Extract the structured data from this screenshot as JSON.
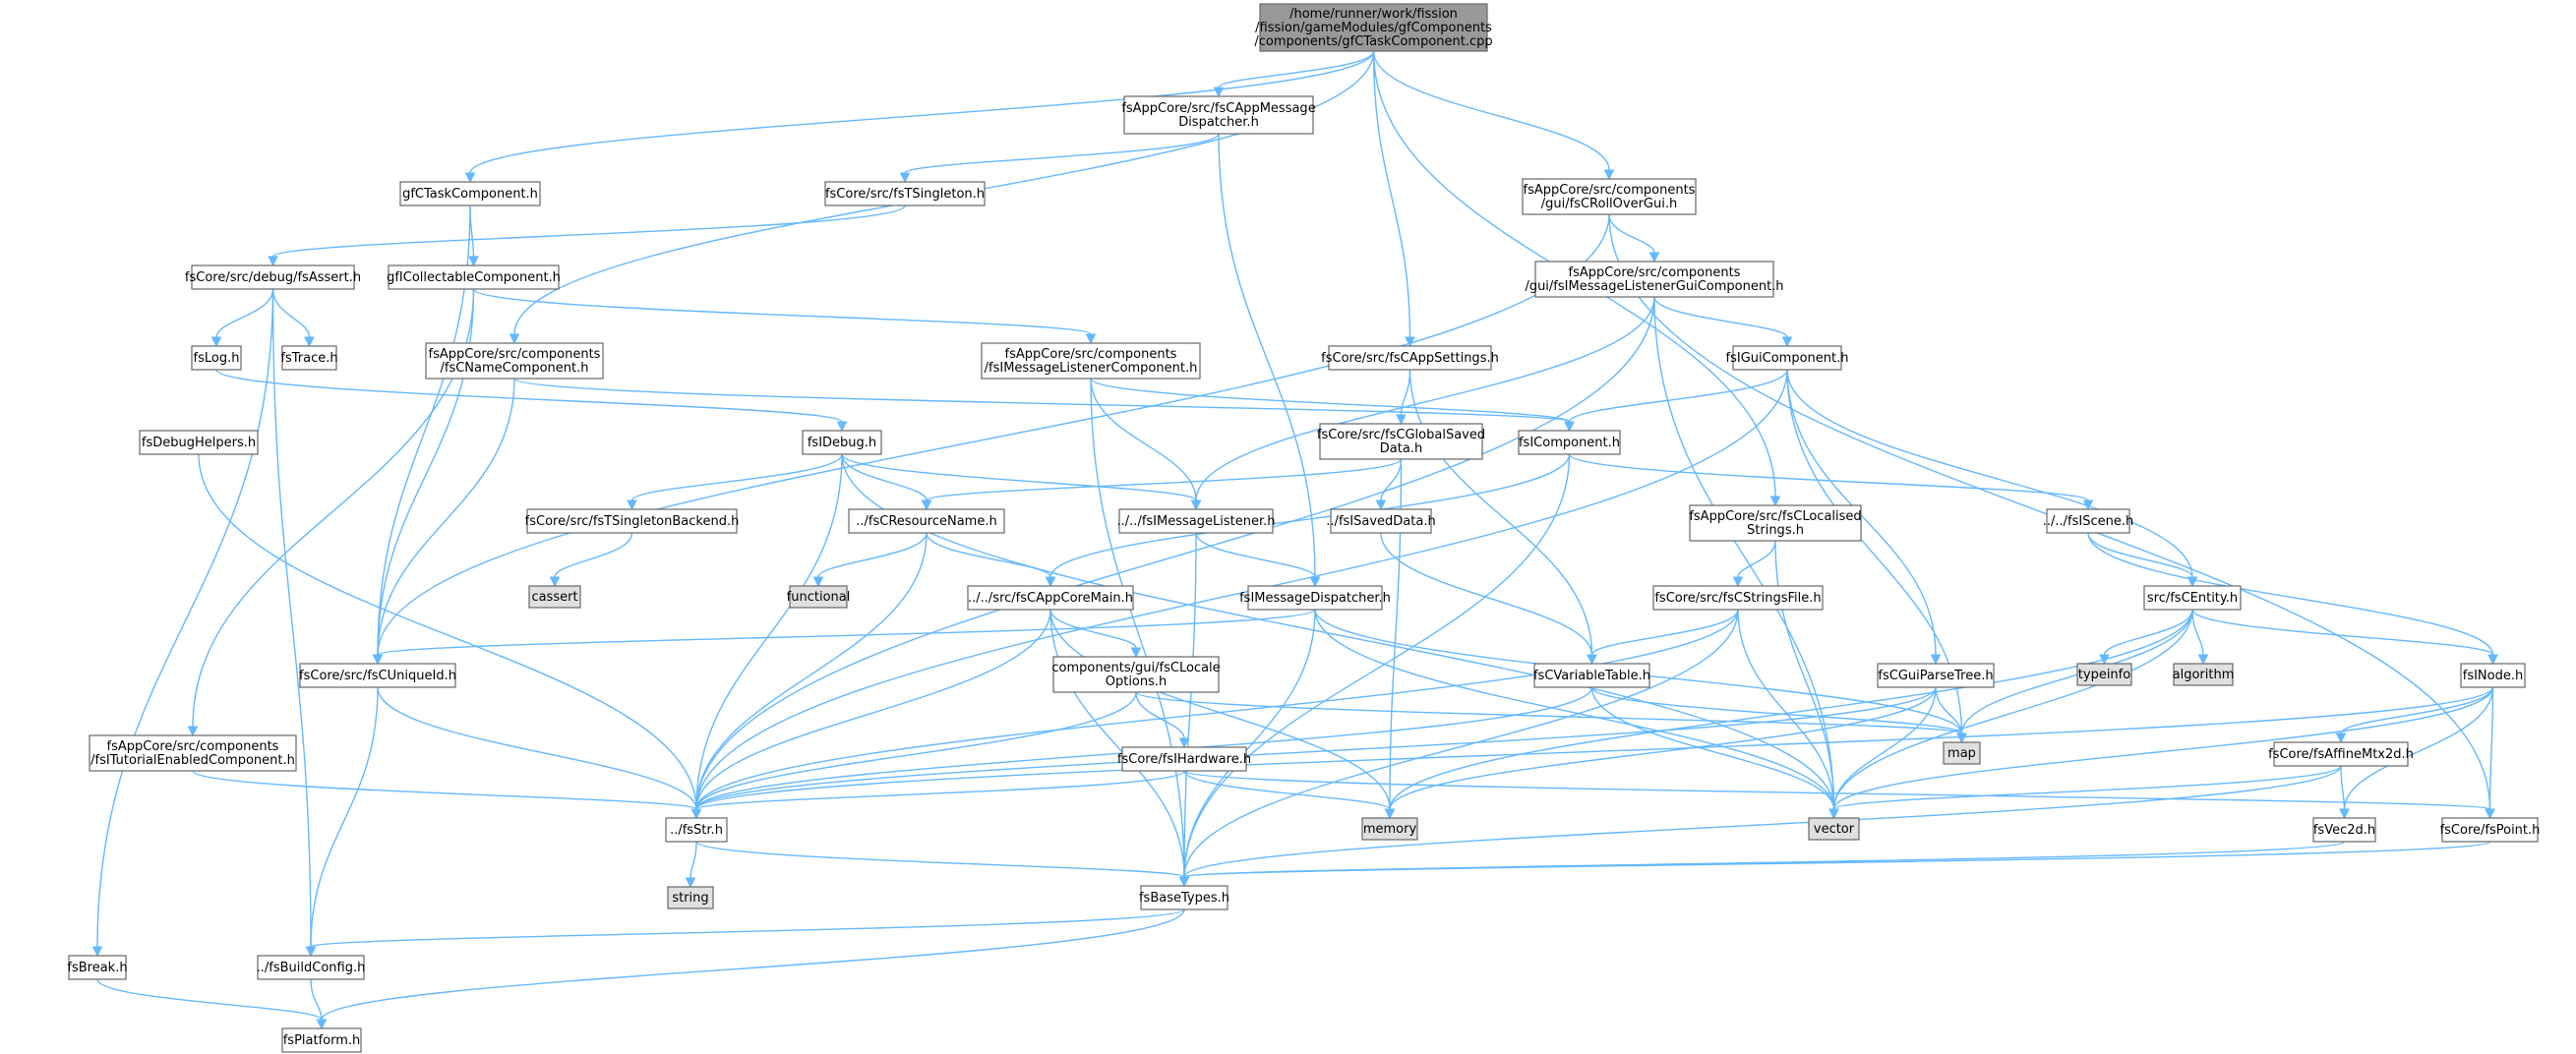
{
  "colors": {
    "root_fill": "#999999",
    "node_fill": "#ffffff",
    "external_fill": "#e0e0e0",
    "node_border": "#666666",
    "edge": "#63b8ff"
  },
  "nodes": [
    {
      "id": "root",
      "lines": [
        "/home/runner/work/fission",
        "/fission/gameModules/gfComponents",
        "/components/gfCTaskComponent.cpp"
      ],
      "kind": "root"
    },
    {
      "id": "appmsg",
      "lines": [
        "fsAppCore/src/fsCAppMessage",
        "Dispatcher.h"
      ],
      "kind": "file"
    },
    {
      "id": "gftask",
      "lines": [
        "gfCTaskComponent.h"
      ],
      "kind": "file"
    },
    {
      "id": "tsingleton",
      "lines": [
        "fsCore/src/fsTSingleton.h"
      ],
      "kind": "file"
    },
    {
      "id": "rollover",
      "lines": [
        "fsAppCore/src/components",
        "/gui/fsCRollOverGui.h"
      ],
      "kind": "file"
    },
    {
      "id": "fsassert",
      "lines": [
        "fsCore/src/debug/fsAssert.h"
      ],
      "kind": "file"
    },
    {
      "id": "gfcollect",
      "lines": [
        "gfICollectableComponent.h"
      ],
      "kind": "file"
    },
    {
      "id": "msglistgui",
      "lines": [
        "fsAppCore/src/components",
        "/gui/fsIMessageListenerGuiComponent.h"
      ],
      "kind": "file"
    },
    {
      "id": "fslog",
      "lines": [
        "fsLog.h"
      ],
      "kind": "file"
    },
    {
      "id": "fstrace",
      "lines": [
        "fsTrace.h"
      ],
      "kind": "file"
    },
    {
      "id": "cname",
      "lines": [
        "fsAppCore/src/components",
        "/fsCNameComponent.h"
      ],
      "kind": "file"
    },
    {
      "id": "msglistcomp",
      "lines": [
        "fsAppCore/src/components",
        "/fsIMessageListenerComponent.h"
      ],
      "kind": "file"
    },
    {
      "id": "appsettings",
      "lines": [
        "fsCore/src/fsCAppSettings.h"
      ],
      "kind": "file"
    },
    {
      "id": "guicomp",
      "lines": [
        "fsIGuiComponent.h"
      ],
      "kind": "file"
    },
    {
      "id": "debughelpers",
      "lines": [
        "fsDebugHelpers.h"
      ],
      "kind": "file"
    },
    {
      "id": "idebug",
      "lines": [
        "fsIDebug.h"
      ],
      "kind": "file"
    },
    {
      "id": "globalsaved",
      "lines": [
        "fsCore/src/fsCGlobalSaved",
        "Data.h"
      ],
      "kind": "file"
    },
    {
      "id": "icomponent",
      "lines": [
        "fsIComponent.h"
      ],
      "kind": "file"
    },
    {
      "id": "localised",
      "lines": [
        "fsAppCore/src/fsCLocalised",
        "Strings.h"
      ],
      "kind": "file"
    },
    {
      "id": "tsingbackend",
      "lines": [
        "fsCore/src/fsTSingletonBackend.h"
      ],
      "kind": "file"
    },
    {
      "id": "resname",
      "lines": [
        "../fsCResourceName.h"
      ],
      "kind": "file"
    },
    {
      "id": "imsglist",
      "lines": [
        "../../fsIMessageListener.h"
      ],
      "kind": "file"
    },
    {
      "id": "isaved",
      "lines": [
        "../fsISavedData.h"
      ],
      "kind": "file"
    },
    {
      "id": "iscene",
      "lines": [
        "../../fsIScene.h"
      ],
      "kind": "file"
    },
    {
      "id": "cassert",
      "lines": [
        "cassert"
      ],
      "kind": "external"
    },
    {
      "id": "functional",
      "lines": [
        "functional"
      ],
      "kind": "external"
    },
    {
      "id": "appcoremain",
      "lines": [
        "../../src/fsCAppCoreMain.h"
      ],
      "kind": "file"
    },
    {
      "id": "imsgdisp",
      "lines": [
        "fsIMessageDispatcher.h"
      ],
      "kind": "file"
    },
    {
      "id": "stringsfile",
      "lines": [
        "fsCore/src/fsCStringsFile.h"
      ],
      "kind": "file"
    },
    {
      "id": "centity",
      "lines": [
        "src/fsCEntity.h"
      ],
      "kind": "file"
    },
    {
      "id": "uniqueid",
      "lines": [
        "fsCore/src/fsCUniqueId.h"
      ],
      "kind": "file"
    },
    {
      "id": "localeopts",
      "lines": [
        "components/gui/fsCLocale",
        "Options.h"
      ],
      "kind": "file"
    },
    {
      "id": "vartable",
      "lines": [
        "fsCVariableTable.h"
      ],
      "kind": "file"
    },
    {
      "id": "guiparse",
      "lines": [
        "fsCGuiParseTree.h"
      ],
      "kind": "file"
    },
    {
      "id": "typeinfo",
      "lines": [
        "typeinfo"
      ],
      "kind": "external"
    },
    {
      "id": "algorithm",
      "lines": [
        "algorithm"
      ],
      "kind": "external"
    },
    {
      "id": "inode",
      "lines": [
        "fsINode.h"
      ],
      "kind": "file"
    },
    {
      "id": "tutorial",
      "lines": [
        "fsAppCore/src/components",
        "/fsITutorialEnabledComponent.h"
      ],
      "kind": "file"
    },
    {
      "id": "ihardware",
      "lines": [
        "fsCore/fsIHardware.h"
      ],
      "kind": "file"
    },
    {
      "id": "map",
      "lines": [
        "map"
      ],
      "kind": "external"
    },
    {
      "id": "affine",
      "lines": [
        "fsCore/fsAffineMtx2d.h"
      ],
      "kind": "file"
    },
    {
      "id": "fsstr",
      "lines": [
        "../fsStr.h"
      ],
      "kind": "file"
    },
    {
      "id": "memory",
      "lines": [
        "memory"
      ],
      "kind": "external"
    },
    {
      "id": "vector",
      "lines": [
        "vector"
      ],
      "kind": "external"
    },
    {
      "id": "vec2d",
      "lines": [
        "fsVec2d.h"
      ],
      "kind": "file"
    },
    {
      "id": "point",
      "lines": [
        "fsCore/fsPoint.h"
      ],
      "kind": "file"
    },
    {
      "id": "string",
      "lines": [
        "string"
      ],
      "kind": "external"
    },
    {
      "id": "basetypes",
      "lines": [
        "fsBaseTypes.h"
      ],
      "kind": "file"
    },
    {
      "id": "fsbreak",
      "lines": [
        "fsBreak.h"
      ],
      "kind": "file"
    },
    {
      "id": "buildconfig",
      "lines": [
        "../fsBuildConfig.h"
      ],
      "kind": "file"
    },
    {
      "id": "platform",
      "lines": [
        "fsPlatform.h"
      ],
      "kind": "file"
    }
  ],
  "edges": [
    [
      "root",
      "appmsg"
    ],
    [
      "root",
      "gftask"
    ],
    [
      "root",
      "rollover"
    ],
    [
      "root",
      "cname"
    ],
    [
      "root",
      "appsettings"
    ],
    [
      "root",
      "localised"
    ],
    [
      "appmsg",
      "tsingleton"
    ],
    [
      "appmsg",
      "imsgdisp"
    ],
    [
      "gftask",
      "gfcollect"
    ],
    [
      "gftask",
      "uniqueid"
    ],
    [
      "tsingleton",
      "fsassert"
    ],
    [
      "rollover",
      "msglistgui"
    ],
    [
      "rollover",
      "uniqueid"
    ],
    [
      "rollover",
      "point"
    ],
    [
      "fsassert",
      "fslog"
    ],
    [
      "fsassert",
      "fstrace"
    ],
    [
      "fsassert",
      "fsbreak"
    ],
    [
      "fsassert",
      "buildconfig"
    ],
    [
      "gfcollect",
      "msglistcomp"
    ],
    [
      "gfcollect",
      "uniqueid"
    ],
    [
      "gfcollect",
      "tutorial"
    ],
    [
      "msglistgui",
      "guicomp"
    ],
    [
      "msglistgui",
      "imsglist"
    ],
    [
      "msglistgui",
      "fsstr"
    ],
    [
      "msglistgui",
      "vector"
    ],
    [
      "fslog",
      "idebug"
    ],
    [
      "cname",
      "icomponent"
    ],
    [
      "cname",
      "uniqueid"
    ],
    [
      "msglistcomp",
      "icomponent"
    ],
    [
      "msglistcomp",
      "imsglist"
    ],
    [
      "msglistcomp",
      "basetypes"
    ],
    [
      "appsettings",
      "globalsaved"
    ],
    [
      "appsettings",
      "vartable"
    ],
    [
      "guicomp",
      "icomponent"
    ],
    [
      "guicomp",
      "centity"
    ],
    [
      "guicomp",
      "guiparse"
    ],
    [
      "guicomp",
      "map"
    ],
    [
      "guicomp",
      "fsstr"
    ],
    [
      "debughelpers",
      "fsstr"
    ],
    [
      "idebug",
      "tsingbackend"
    ],
    [
      "idebug",
      "resname"
    ],
    [
      "idebug",
      "imsglist"
    ],
    [
      "idebug",
      "fsstr"
    ],
    [
      "idebug",
      "vector"
    ],
    [
      "globalsaved",
      "resname"
    ],
    [
      "globalsaved",
      "isaved"
    ],
    [
      "globalsaved",
      "memory"
    ],
    [
      "icomponent",
      "iscene"
    ],
    [
      "icomponent",
      "appcoremain"
    ],
    [
      "icomponent",
      "basetypes"
    ],
    [
      "localised",
      "stringsfile"
    ],
    [
      "localised",
      "vector"
    ],
    [
      "tsingbackend",
      "cassert"
    ],
    [
      "resname",
      "functional"
    ],
    [
      "resname",
      "appcoremain"
    ],
    [
      "resname",
      "fsstr"
    ],
    [
      "imsglist",
      "imsgdisp"
    ],
    [
      "imsglist",
      "basetypes"
    ],
    [
      "isaved",
      "vartable"
    ],
    [
      "iscene",
      "centity"
    ],
    [
      "iscene",
      "inode"
    ],
    [
      "appcoremain",
      "localeopts"
    ],
    [
      "appcoremain",
      "memory"
    ],
    [
      "appcoremain",
      "fsstr"
    ],
    [
      "appcoremain",
      "basetypes"
    ],
    [
      "imsgdisp",
      "uniqueid"
    ],
    [
      "imsgdisp",
      "map"
    ],
    [
      "imsgdisp",
      "vector"
    ],
    [
      "imsgdisp",
      "basetypes"
    ],
    [
      "stringsfile",
      "vartable"
    ],
    [
      "stringsfile",
      "fsstr"
    ],
    [
      "stringsfile",
      "vector"
    ],
    [
      "stringsfile",
      "basetypes"
    ],
    [
      "centity",
      "typeinfo"
    ],
    [
      "centity",
      "algorithm"
    ],
    [
      "centity",
      "inode"
    ],
    [
      "centity",
      "map"
    ],
    [
      "centity",
      "memory"
    ],
    [
      "centity",
      "vector"
    ],
    [
      "uniqueid",
      "fsstr"
    ],
    [
      "uniqueid",
      "buildconfig"
    ],
    [
      "localeopts",
      "ihardware"
    ],
    [
      "localeopts",
      "fsstr"
    ],
    [
      "localeopts",
      "map"
    ],
    [
      "vartable",
      "fsstr"
    ],
    [
      "vartable",
      "map"
    ],
    [
      "vartable",
      "vector"
    ],
    [
      "guiparse",
      "map"
    ],
    [
      "guiparse",
      "vector"
    ],
    [
      "guiparse",
      "fsstr"
    ],
    [
      "guiparse",
      "memory"
    ],
    [
      "inode",
      "affine"
    ],
    [
      "inode",
      "vec2d"
    ],
    [
      "inode",
      "point"
    ],
    [
      "inode",
      "fsstr"
    ],
    [
      "inode",
      "vector"
    ],
    [
      "tutorial",
      "fsstr"
    ],
    [
      "ihardware",
      "fsstr"
    ],
    [
      "ihardware",
      "memory"
    ],
    [
      "ihardware",
      "point"
    ],
    [
      "affine",
      "vec2d"
    ],
    [
      "affine",
      "vector"
    ],
    [
      "affine",
      "basetypes"
    ],
    [
      "fsstr",
      "string"
    ],
    [
      "fsstr",
      "basetypes"
    ],
    [
      "vec2d",
      "basetypes"
    ],
    [
      "point",
      "basetypes"
    ],
    [
      "basetypes",
      "buildconfig"
    ],
    [
      "basetypes",
      "platform"
    ],
    [
      "fsbreak",
      "platform"
    ],
    [
      "buildconfig",
      "platform"
    ]
  ]
}
